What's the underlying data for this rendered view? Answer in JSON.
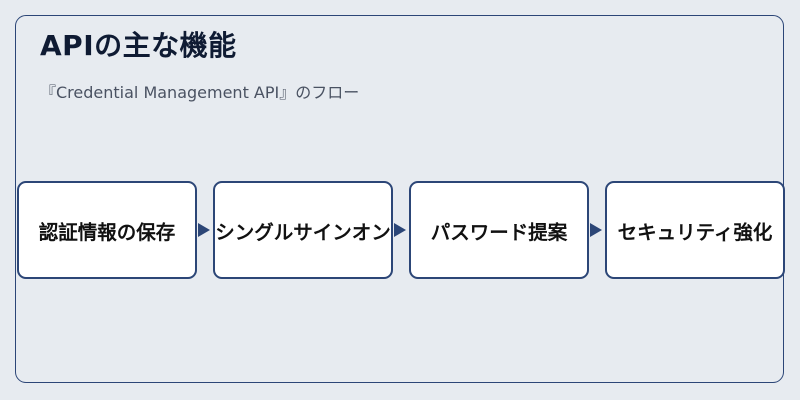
{
  "title": "APIの主な機能",
  "subtitle": "『Credential Management API』のフロー",
  "steps": [
    {
      "label": "認証情報の保存"
    },
    {
      "label": "シングルサインオン"
    },
    {
      "label": "パスワード提案"
    },
    {
      "label": "セキュリティ強化"
    }
  ],
  "colors": {
    "background": "#e7ebf0",
    "accent": "#2c4677",
    "box_fill": "#ffffff",
    "title_text": "#0f1b33"
  }
}
